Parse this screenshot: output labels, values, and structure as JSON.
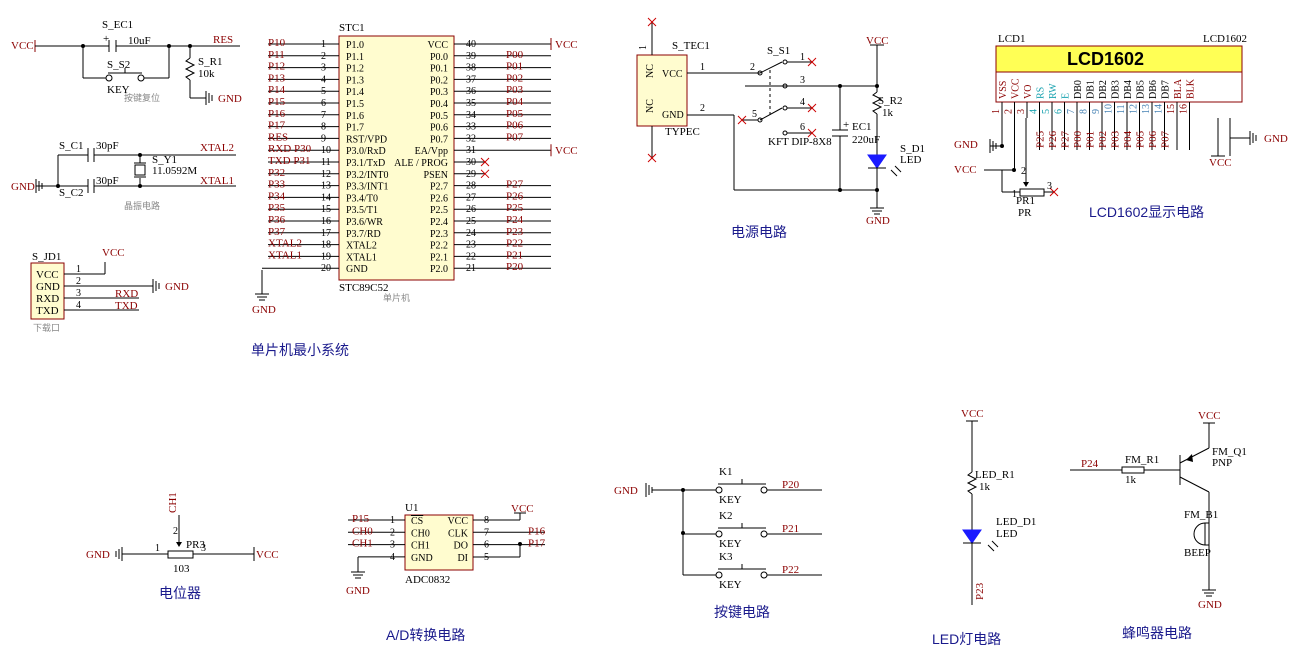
{
  "captions": {
    "mcu": "单片机最小系统",
    "power": "电源电路",
    "lcd": "LCD1602显示电路",
    "pot": "电位器",
    "adc": "A/D转换电路",
    "keys": "按键电路",
    "led": "LED灯电路",
    "buzzer": "蜂鸣器电路"
  },
  "notes": {
    "reset": "按键复位",
    "crystal": "晶振电路",
    "download": "下载口",
    "mcu": "单片机"
  },
  "mcu": {
    "designator": "STC1",
    "model": "STC89C52",
    "left_pins": [
      {
        "net": "P10",
        "num": "1",
        "name": "P1.0"
      },
      {
        "net": "P11",
        "num": "2",
        "name": "P1.1"
      },
      {
        "net": "P12",
        "num": "3",
        "name": "P1.2"
      },
      {
        "net": "P13",
        "num": "4",
        "name": "P1.3"
      },
      {
        "net": "P14",
        "num": "5",
        "name": "P1.4"
      },
      {
        "net": "P15",
        "num": "6",
        "name": "P1.5"
      },
      {
        "net": "P16",
        "num": "7",
        "name": "P1.6"
      },
      {
        "net": "P17",
        "num": "8",
        "name": "P1.7"
      },
      {
        "net": "RES",
        "num": "9",
        "name": "RST/VPD"
      },
      {
        "net": "RXD P30",
        "num": "10",
        "name": "P3.0/RxD"
      },
      {
        "net": "TXD P31",
        "num": "11",
        "name": "P3.1/TxD"
      },
      {
        "net": "P32",
        "num": "12",
        "name": "P3.2/INT0"
      },
      {
        "net": "P33",
        "num": "13",
        "name": "P3.3/INT1"
      },
      {
        "net": "P34",
        "num": "14",
        "name": "P3.4/T0"
      },
      {
        "net": "P35",
        "num": "15",
        "name": "P3.5/T1"
      },
      {
        "net": "P36",
        "num": "16",
        "name": "P3.6/WR"
      },
      {
        "net": "P37",
        "num": "17",
        "name": "P3.7/RD"
      },
      {
        "net": "XTAL2",
        "num": "18",
        "name": "XTAL2"
      },
      {
        "net": "XTAL1",
        "num": "19",
        "name": "XTAL1"
      },
      {
        "net": "",
        "num": "20",
        "name": "GND"
      }
    ],
    "right_pins": [
      {
        "net": "VCC",
        "num": "40",
        "name": "VCC"
      },
      {
        "net": "P00",
        "num": "39",
        "name": "P0.0"
      },
      {
        "net": "P01",
        "num": "38",
        "name": "P0.1"
      },
      {
        "net": "P02",
        "num": "37",
        "name": "P0.2"
      },
      {
        "net": "P03",
        "num": "36",
        "name": "P0.3"
      },
      {
        "net": "P04",
        "num": "35",
        "name": "P0.4"
      },
      {
        "net": "P05",
        "num": "34",
        "name": "P0.5"
      },
      {
        "net": "P06",
        "num": "33",
        "name": "P0.6"
      },
      {
        "net": "P07",
        "num": "32",
        "name": "P0.7"
      },
      {
        "net": "VCC",
        "num": "31",
        "name": "EA/Vpp"
      },
      {
        "net": "",
        "num": "30",
        "name": "ALE / PROG"
      },
      {
        "net": "",
        "num": "29",
        "name": "PSEN"
      },
      {
        "net": "P27",
        "num": "28",
        "name": "P2.7"
      },
      {
        "net": "P26",
        "num": "27",
        "name": "P2.6"
      },
      {
        "net": "P25",
        "num": "26",
        "name": "P2.5"
      },
      {
        "net": "P24",
        "num": "25",
        "name": "P2.4"
      },
      {
        "net": "P23",
        "num": "24",
        "name": "P2.3"
      },
      {
        "net": "P22",
        "num": "23",
        "name": "P2.2"
      },
      {
        "net": "P21",
        "num": "22",
        "name": "P2.1"
      },
      {
        "net": "P20",
        "num": "21",
        "name": "P2.0"
      }
    ],
    "gnd": "GND"
  },
  "reset": {
    "vcc": "VCC",
    "cap": "S_EC1",
    "cap_val": "10uF",
    "plus": "+",
    "key": "S_S2",
    "key_val": "KEY",
    "res": "S_R1",
    "res_val": "10k",
    "net": "RES",
    "gnd": "GND"
  },
  "crystal": {
    "c1": "S_C1",
    "c1_val": "30pF",
    "c2": "S_C2",
    "c2_val": "30pF",
    "y": "S_Y1",
    "y_val": "11.0592M",
    "net1": "XTAL2",
    "net2": "XTAL1",
    "gnd": "GND"
  },
  "download": {
    "designator": "S_JD1",
    "vcc": "VCC",
    "gnd": "GND",
    "pins": [
      {
        "name": "VCC",
        "num": "1",
        "net": ""
      },
      {
        "name": "GND",
        "num": "2",
        "net": ""
      },
      {
        "name": "RXD",
        "num": "3",
        "net": "RXD"
      },
      {
        "name": "TXD",
        "num": "4",
        "net": "TXD"
      }
    ]
  },
  "power": {
    "conn": "S_TEC1",
    "conn_model": "TYPEC",
    "nc": "NC",
    "vcc_pin": "VCC",
    "gnd_pin": "GND",
    "pin1": "1",
    "pin2": "2",
    "sw": "S_S1",
    "sw_model": "KFT DIP-8X8",
    "sw_pins": [
      "1",
      "2",
      "3",
      "4",
      "5",
      "6"
    ],
    "res": "S_R2",
    "res_val": "1k",
    "cap": "EC1",
    "cap_val": "220uF",
    "plus": "+",
    "led": "S_D1",
    "led_val": "LED",
    "vcc": "VCC",
    "gnd": "GND"
  },
  "lcd": {
    "designator": "LCD1",
    "model": "LCD1602",
    "title": "LCD1602",
    "pins": [
      {
        "name": "VSS",
        "num": "1",
        "net": ""
      },
      {
        "name": "VCC",
        "num": "2",
        "net": ""
      },
      {
        "name": "VO",
        "num": "3",
        "net": ""
      },
      {
        "name": "RS",
        "num": "4",
        "net": "P25"
      },
      {
        "name": "RW",
        "num": "5",
        "net": "P26"
      },
      {
        "name": "E",
        "num": "6",
        "net": "P27"
      },
      {
        "name": "DB0",
        "num": "7",
        "net": "P00"
      },
      {
        "name": "DB1",
        "num": "8",
        "net": "P01"
      },
      {
        "name": "DB2",
        "num": "9",
        "net": "P02"
      },
      {
        "name": "DB3",
        "num": "10",
        "net": "P03"
      },
      {
        "name": "DB4",
        "num": "11",
        "net": "P04"
      },
      {
        "name": "DB5",
        "num": "12",
        "net": "P05"
      },
      {
        "name": "DB6",
        "num": "13",
        "net": "P06"
      },
      {
        "name": "DB7",
        "num": "14",
        "net": "P07"
      },
      {
        "name": "BLA",
        "num": "15",
        "net": ""
      },
      {
        "name": "BLK",
        "num": "16",
        "net": ""
      }
    ],
    "gnd": "GND",
    "vcc": "VCC",
    "pot": "PR1",
    "pot_val": "PR",
    "pot_pins": [
      "1",
      "2",
      "3"
    ]
  },
  "pot": {
    "designator": "PR3",
    "value": "103",
    "net": "CH1",
    "gnd": "GND",
    "vcc": "VCC",
    "pins": [
      "1",
      "2",
      "3"
    ]
  },
  "adc": {
    "designator": "U1",
    "model": "ADC0832",
    "vcc": "VCC",
    "gnd": "GND",
    "left": [
      {
        "net": "P15",
        "num": "1",
        "name": "CS"
      },
      {
        "net": "CH0",
        "num": "2",
        "name": "CH0"
      },
      {
        "net": "CH1",
        "num": "3",
        "name": "CH1"
      },
      {
        "net": "",
        "num": "4",
        "name": "GND"
      }
    ],
    "right": [
      {
        "net": "",
        "num": "8",
        "name": "VCC"
      },
      {
        "net": "P16",
        "num": "7",
        "name": "CLK"
      },
      {
        "net": "P17",
        "num": "6",
        "name": "DO"
      },
      {
        "net": "",
        "num": "5",
        "name": "DI"
      }
    ]
  },
  "keys": {
    "gnd": "GND",
    "items": [
      {
        "name": "K1",
        "val": "KEY",
        "net": "P20"
      },
      {
        "name": "K2",
        "val": "KEY",
        "net": "P21"
      },
      {
        "name": "K3",
        "val": "KEY",
        "net": "P22"
      }
    ]
  },
  "led": {
    "vcc": "VCC",
    "res": "LED_R1",
    "res_val": "1k",
    "led": "LED_D1",
    "led_val": "LED",
    "net": "P23"
  },
  "buzzer": {
    "vcc": "VCC",
    "net": "P24",
    "res": "FM_R1",
    "res_val": "1k",
    "q": "FM_Q1",
    "q_val": "PNP",
    "b": "FM_B1",
    "b_val": "BEEP",
    "gnd": "GND"
  },
  "colors": {
    "wire": "#000000",
    "net_label": "#8b0000",
    "chip_fill": "#fffccf",
    "lcd_fill": "#ffff55",
    "caption": "#1a1a8c",
    "led": "#1a1aff"
  }
}
